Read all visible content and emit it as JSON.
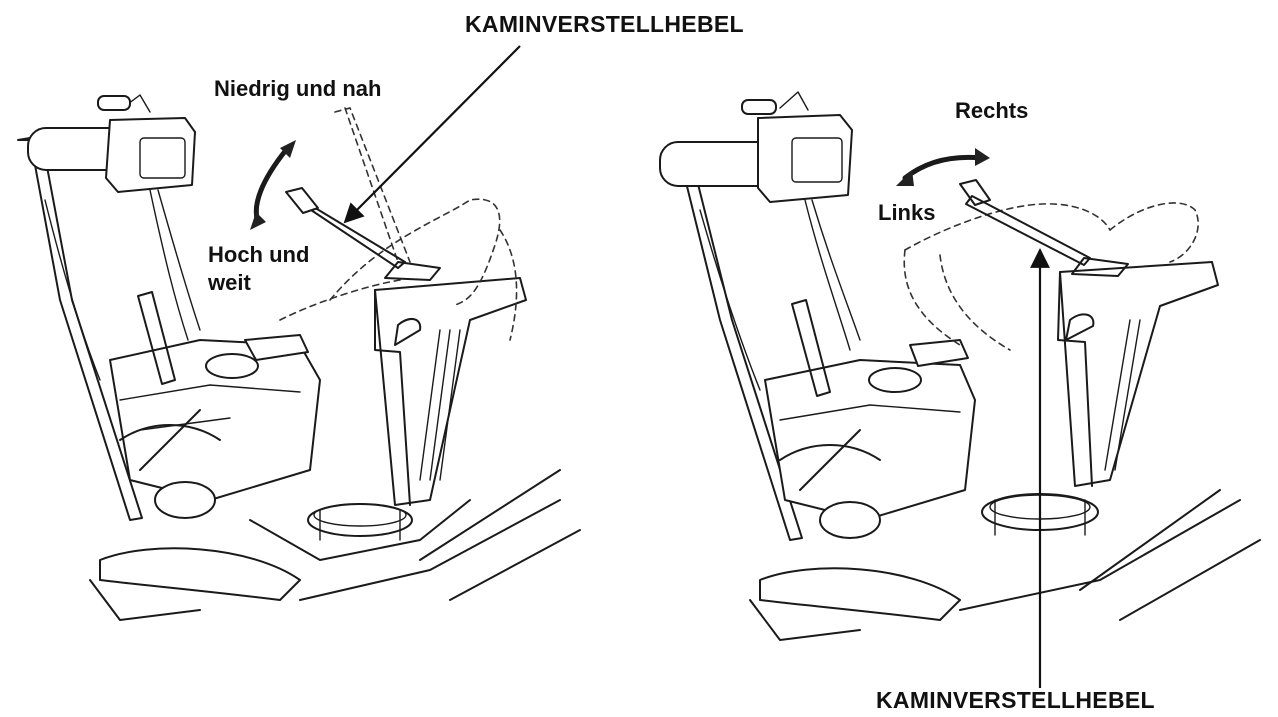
{
  "figure": {
    "left_panel": {
      "callout": "KAMINVERSTELLHEBEL",
      "motion_up": "Niedrig und nah",
      "motion_down_line1": "Hoch und",
      "motion_down_line2": "weit"
    },
    "right_panel": {
      "callout": "KAMINVERSTELLHEBEL",
      "motion_right": "Rechts",
      "motion_left": "Links"
    }
  }
}
